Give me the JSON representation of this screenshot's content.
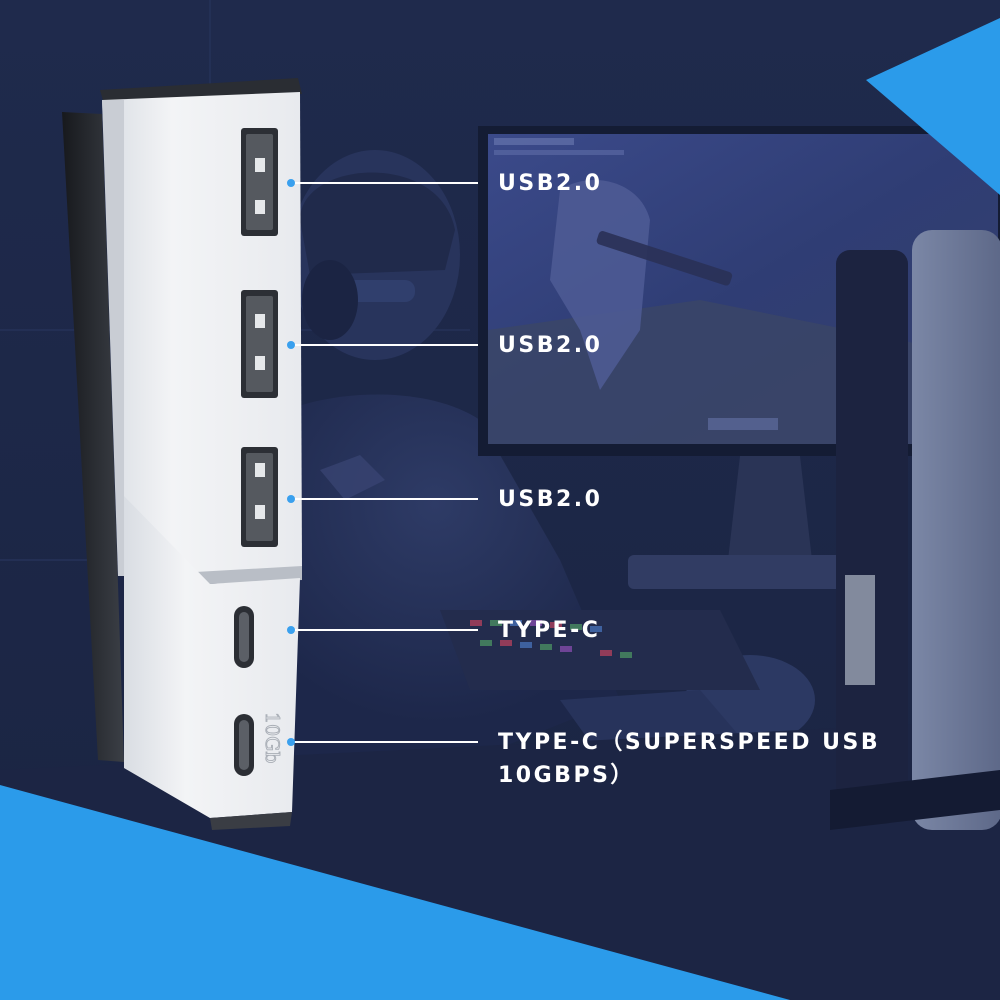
{
  "ports": [
    {
      "label": "USB2.0",
      "type": "usb-a"
    },
    {
      "label": "USB2.0",
      "type": "usb-a"
    },
    {
      "label": "USB2.0",
      "type": "usb-a"
    },
    {
      "label": "TYPE-C",
      "type": "usb-c"
    },
    {
      "label": "TYPE-C（SUPERSPEED USB 10GBPS）",
      "type": "usb-c"
    }
  ],
  "device": {
    "port_engraving": "10Gb"
  },
  "colors": {
    "background": "#1c2747",
    "accent_blue": "#2b9bea",
    "device_white": "#eef0f3",
    "callout_line": "#ffffff",
    "callout_dot": "#3aa0ee"
  }
}
